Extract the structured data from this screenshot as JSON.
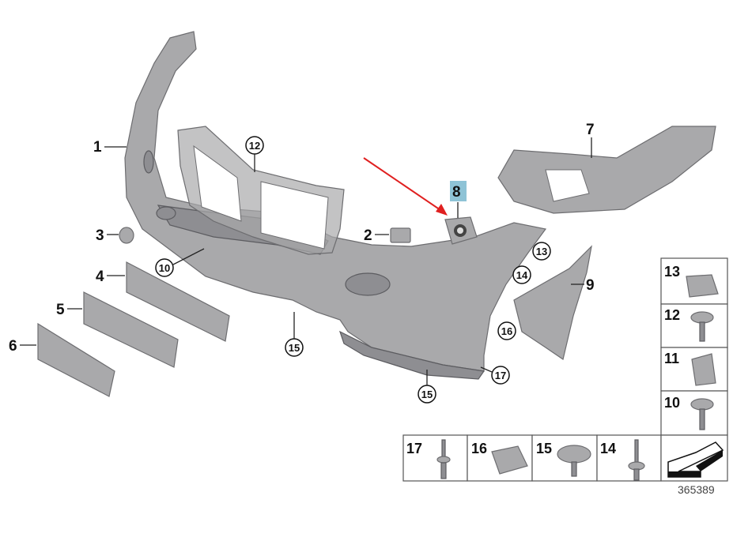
{
  "diagram": {
    "callouts": [
      {
        "id": "1",
        "style": "plain"
      },
      {
        "id": "2",
        "style": "plain"
      },
      {
        "id": "3",
        "style": "plain"
      },
      {
        "id": "4",
        "style": "plain"
      },
      {
        "id": "5",
        "style": "plain"
      },
      {
        "id": "6",
        "style": "plain"
      },
      {
        "id": "7",
        "style": "plain"
      },
      {
        "id": "8",
        "style": "highlighted"
      },
      {
        "id": "9",
        "style": "plain"
      },
      {
        "id": "10",
        "style": "circled"
      },
      {
        "id": "12",
        "style": "circled"
      },
      {
        "id": "13",
        "style": "circled"
      },
      {
        "id": "14",
        "style": "circled"
      },
      {
        "id": "15",
        "style": "circled"
      },
      {
        "id": "16",
        "style": "circled"
      },
      {
        "id": "17",
        "style": "circled"
      }
    ],
    "legend_side": [
      "13",
      "12",
      "11",
      "10"
    ],
    "legend_bottom": [
      "17",
      "16",
      "15",
      "14"
    ],
    "reference_number": "365389",
    "highlight_color": "#8ec3d6",
    "arrow_color": "#e02020"
  }
}
